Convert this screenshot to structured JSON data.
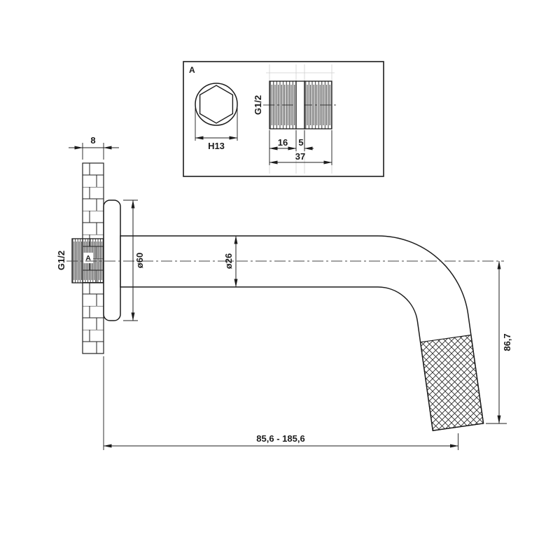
{
  "detail_view": {
    "label": "A",
    "hex_dimension": "H13",
    "thread_label": "G1/2",
    "thread_length": "16",
    "middle_length": "5",
    "total_length": "37"
  },
  "main_view": {
    "wall_thickness": "8",
    "thread_label": "G1/2",
    "detail_marker": "A",
    "flange_diameter": "ø60",
    "spout_diameter": "ø26",
    "drop_height": "86,7",
    "reach_range": "85,6 - 185,6"
  },
  "colors": {
    "line": "#1c1c1c",
    "construction": "#cfcfcf",
    "background": "#ffffff"
  }
}
